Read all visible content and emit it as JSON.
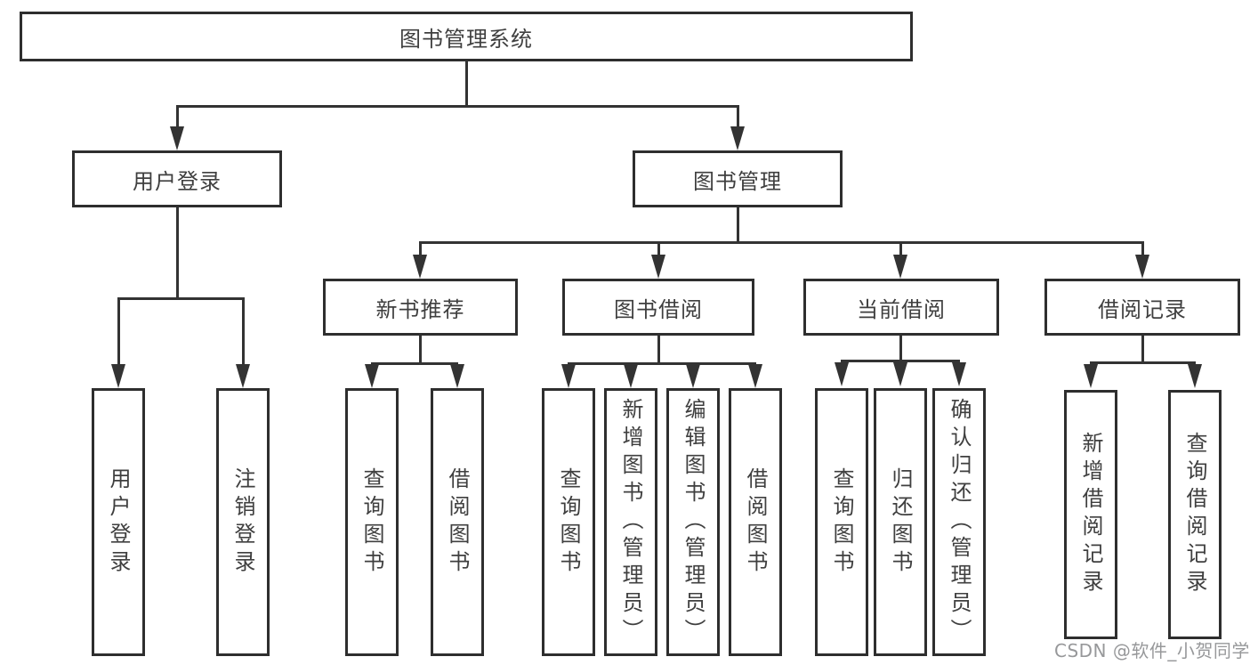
{
  "tree": {
    "root": {
      "label": "图书管理系统",
      "children": [
        {
          "label": "用户登录",
          "children": [
            {
              "label": "用户登录"
            },
            {
              "label": "注销登录"
            }
          ]
        },
        {
          "label": "图书管理",
          "children": [
            {
              "label": "新书推荐",
              "children": [
                {
                  "label": "查询图书"
                },
                {
                  "label": "借阅图书"
                }
              ]
            },
            {
              "label": "图书借阅",
              "children": [
                {
                  "label": "查询图书"
                },
                {
                  "label": "新增图书（管理员）"
                },
                {
                  "label": "编辑图书（管理员）"
                },
                {
                  "label": "借阅图书"
                }
              ]
            },
            {
              "label": "当前借阅",
              "children": [
                {
                  "label": "查询图书"
                },
                {
                  "label": "归还图书"
                },
                {
                  "label": "确认归还（管理员）"
                }
              ]
            },
            {
              "label": "借阅记录",
              "children": [
                {
                  "label": "新增借阅记录"
                },
                {
                  "label": "查询借阅记录"
                }
              ]
            }
          ]
        }
      ]
    }
  },
  "watermark": "CSDN @软件_小贺同学",
  "colors": {
    "line": "#333333",
    "box_border": "#2e2e2e",
    "text": "#3f3f3f",
    "watermark": "#97989a",
    "background": "#ffffff"
  }
}
